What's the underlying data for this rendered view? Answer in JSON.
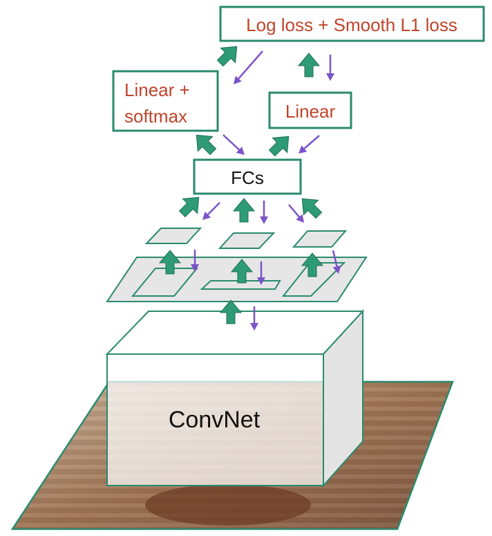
{
  "diagram": {
    "loss_label": "Log loss + Smooth L1 loss",
    "cls_line1": "Linear +",
    "cls_line2": "softmax",
    "reg_label": "Linear",
    "fc_label": "FCs",
    "convnet_label": "ConvNet"
  },
  "colors": {
    "box_stroke": "#2a8a6e",
    "label_text": "#c0442b",
    "forward_arrow": "#2e9b76",
    "backward_arrow": "#7b52c9",
    "feature_map": "#e6e6e6"
  }
}
